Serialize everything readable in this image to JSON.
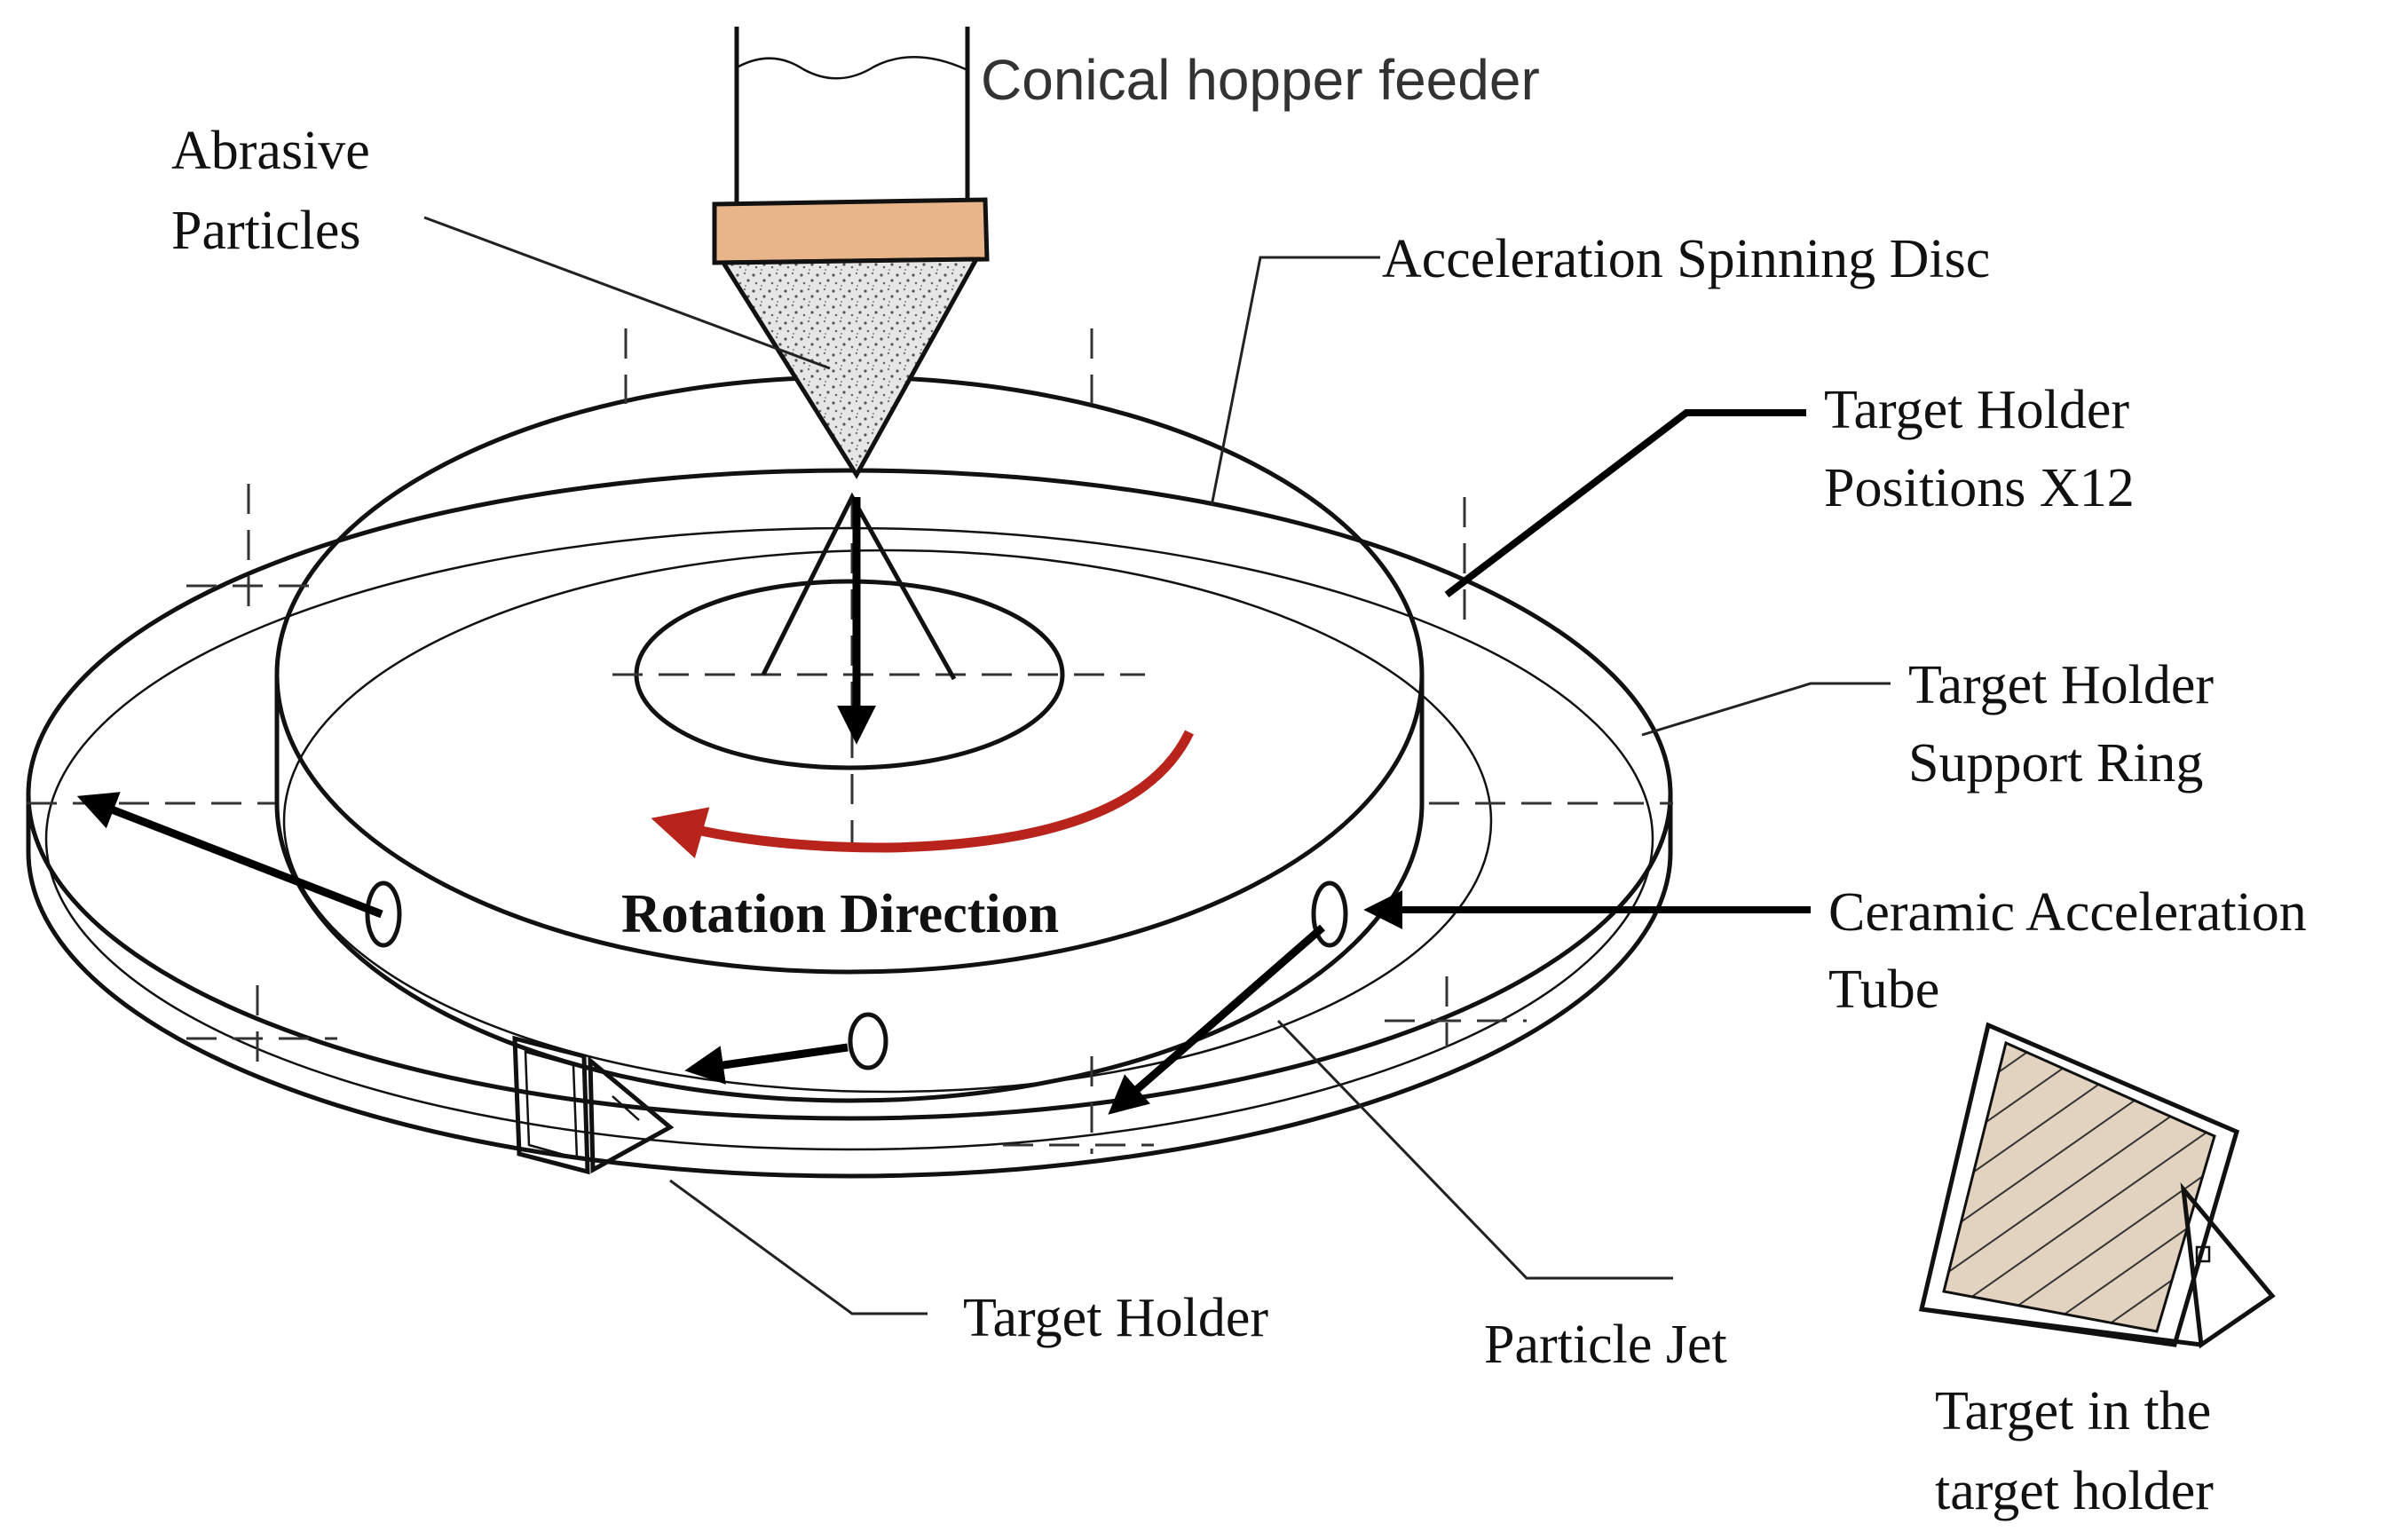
{
  "labels": {
    "hopper": "Conical hopper feeder",
    "abrasive_line1": "Abrasive",
    "abrasive_line2": "Particles",
    "disc": "Acceleration Spinning Disc",
    "positions_line1": "Target Holder",
    "positions_line2": "Positions X12",
    "ring_line1": "Target Holder",
    "ring_line2": "Support Ring",
    "tube_line1": "Ceramic Acceleration",
    "tube_line2": "Tube",
    "rotation": "Rotation Direction",
    "target_holder": "Target Holder",
    "particle_jet": "Particle Jet",
    "inset_line1": "Target in the",
    "inset_line2": "target holder"
  },
  "colors": {
    "hopper_band": "#e8b48a",
    "rotation_arrow": "#b8231b",
    "target_fill": "#e2d2c0",
    "particles": "#d8d8d8"
  }
}
